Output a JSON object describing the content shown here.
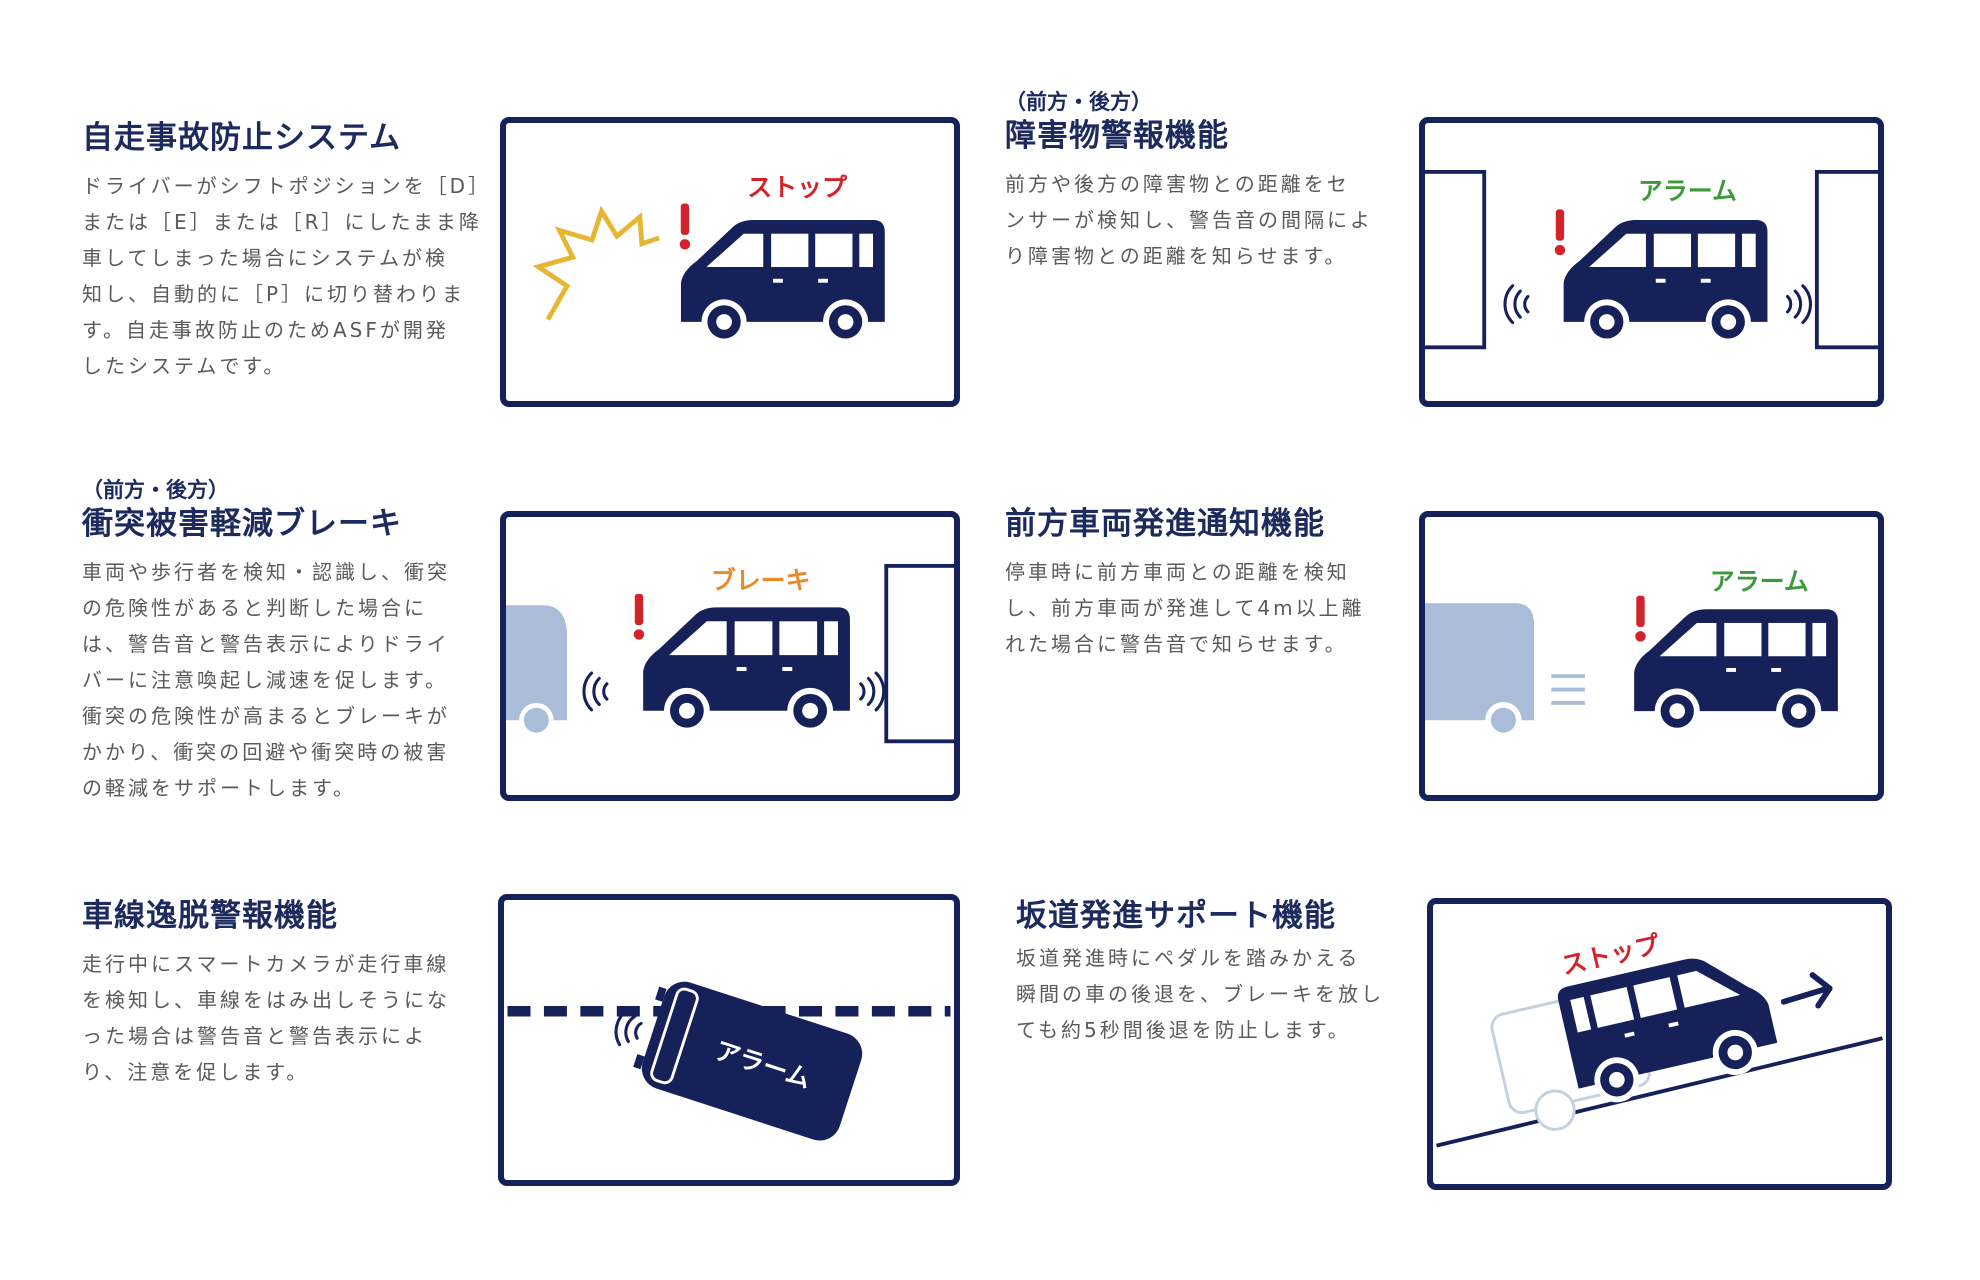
{
  "colors": {
    "navy": "#16215a",
    "stop": "#d2232a",
    "brake": "#e98a2a",
    "alarm": "#3b9b3b",
    "ghost": "#a9bcd8",
    "spark": "#e6b532",
    "text": "#5a5a5a"
  },
  "features": [
    {
      "prefix": "",
      "title": "自走事故防止システム",
      "label": "ストップ",
      "lines": [
        "ドライバーがシフトポジションを［D］",
        "または［E］または［R］にしたまま降",
        "車してしまった場合にシステムが検",
        "知し、自動的に［P］に切り替わりま",
        "す。自走事故防止のためASFが開発",
        "したシステムです。"
      ]
    },
    {
      "prefix": "（前方・後方）",
      "title": "障害物警報機能",
      "label": "アラーム",
      "lines": [
        "前方や後方の障害物との距離をセ",
        "ンサーが検知し、警告音の間隔によ",
        "り障害物との距離を知らせます。"
      ]
    },
    {
      "prefix": "（前方・後方）",
      "title": "衝突被害軽減ブレーキ",
      "label": "ブレーキ",
      "lines": [
        "車両や歩行者を検知・認識し、衝突",
        "の危険性があると判断した場合に",
        "は、警告音と警告表示によりドライ",
        "バーに注意喚起し減速を促します。",
        "衝突の危険性が高まるとブレーキが",
        "かかり、衝突の回避や衝突時の被害",
        "の軽減をサポートします。"
      ]
    },
    {
      "prefix": "",
      "title": "前方車両発進通知機能",
      "label": "アラーム",
      "lines": [
        "停車時に前方車両との距離を検知",
        "し、前方車両が発進して4m以上離",
        "れた場合に警告音で知らせます。"
      ]
    },
    {
      "prefix": "",
      "title": "車線逸脱警報機能",
      "label": "アラーム",
      "lines": [
        "走行中にスマートカメラが走行車線",
        "を検知し、車線をはみ出しそうにな",
        "った場合は警告音と警告表示によ",
        "り、注意を促します。"
      ]
    },
    {
      "prefix": "",
      "title": "坂道発進サポート機能",
      "label": "ストップ",
      "lines": [
        "坂道発進時にペダルを踏みかえる",
        "瞬間の車の後退を、ブレーキを放し",
        "ても約5秒間後退を防止します。"
      ]
    }
  ]
}
